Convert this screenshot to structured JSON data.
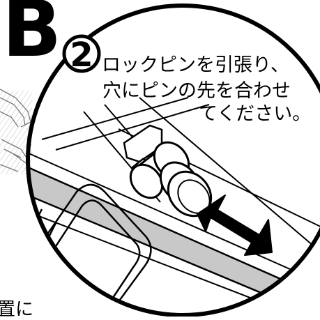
{
  "step": {
    "letter": "B",
    "number": "2"
  },
  "instruction": {
    "line1": "ロックピンを引張り、",
    "line2": "穴にピンの先を合わせ",
    "line3": "てください。"
  },
  "cropped_text": "置に",
  "colors": {
    "ink": "#000000",
    "rail_fill": "#c8c8c8",
    "background": "#ffffff"
  }
}
